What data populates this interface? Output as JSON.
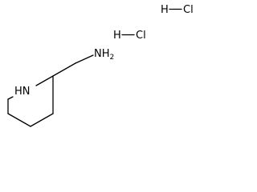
{
  "molecule": {
    "ring_nitrogen": "HN",
    "amine_n": "N",
    "amine_h": "H",
    "amine_h_count": "2",
    "salt": [
      {
        "h": "H",
        "cl": "Cl"
      },
      {
        "h": "H",
        "cl": "Cl"
      }
    ]
  }
}
